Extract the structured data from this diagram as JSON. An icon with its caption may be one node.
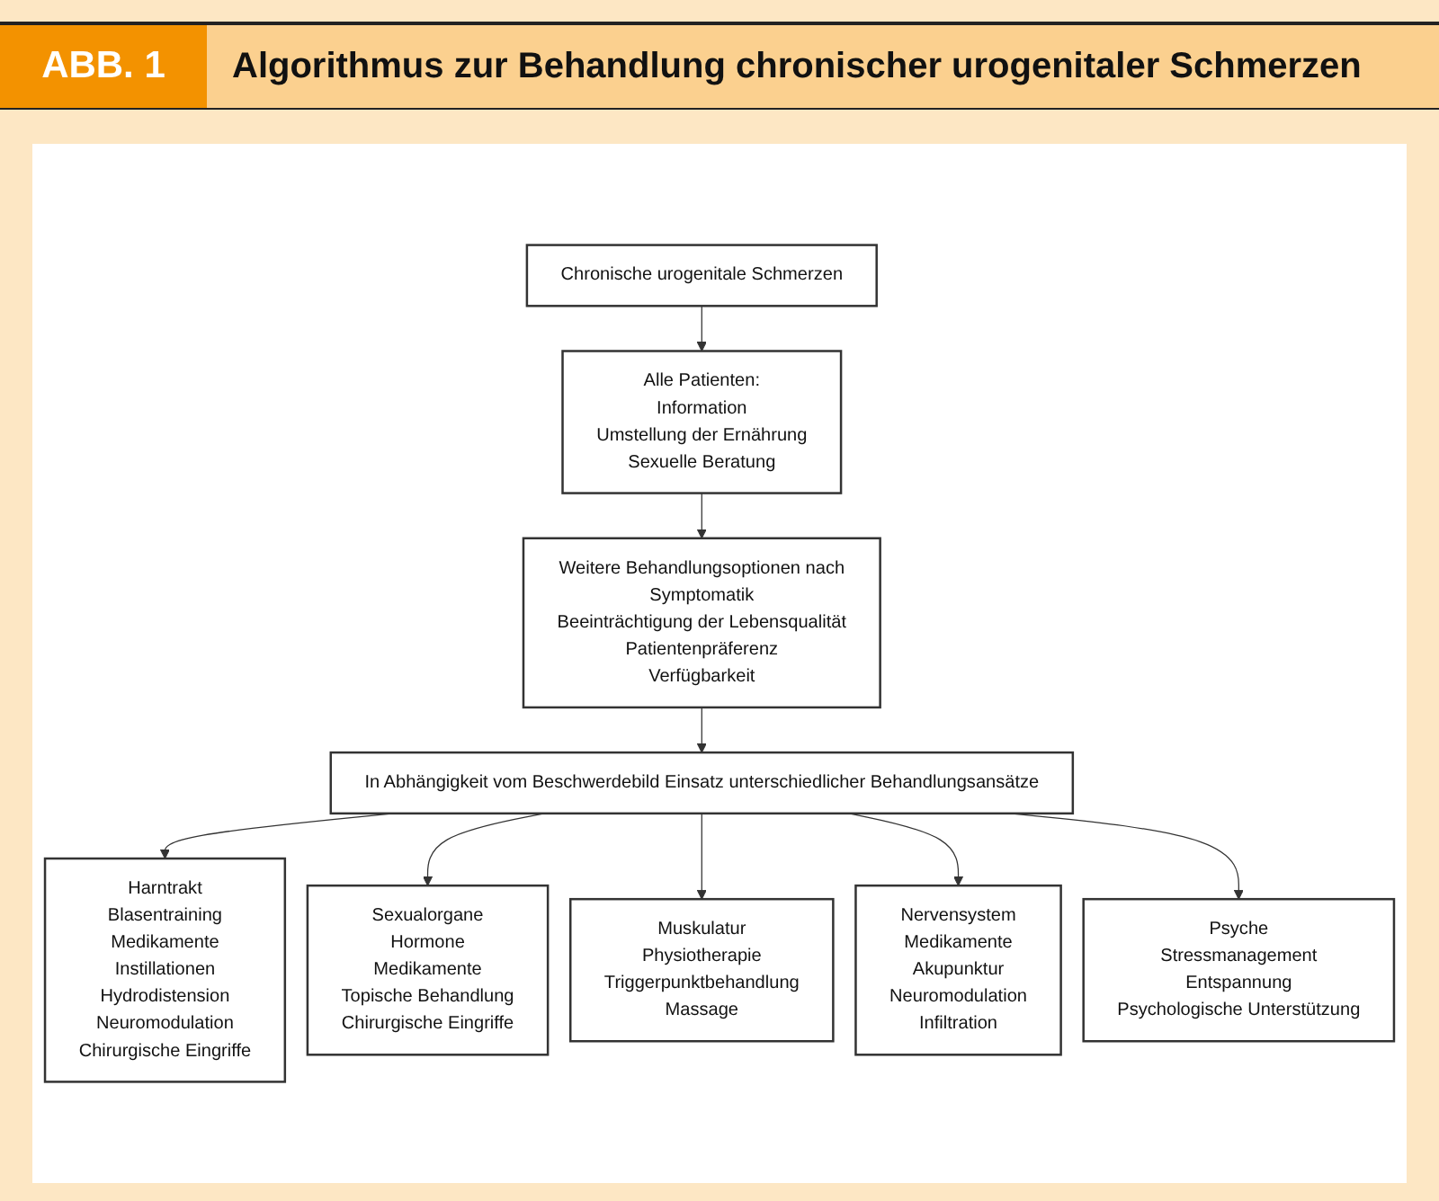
{
  "diagram": {
    "title": "Algorithmus zur Behandlung chronischer urogenitaler Schmerzen",
    "labels": [
      "ABB. 1"
    ],
    "nodes": [
      {
        "text": [
          "Chronische urogenitale Schmerzen"
        ]
      },
      {
        "text": [
          "Alle Patienten:",
          "Information",
          "Umstellung der Ernährung",
          "Sexuelle Beratung"
        ]
      },
      {
        "text": [
          "Weitere Behandlungsoptionen nach",
          "Symptomatik",
          "Beeinträchtigung der Lebensqualität",
          "Patientenpräferenz",
          "Verfügbarkeit"
        ]
      },
      {
        "text": [
          "In Abhängigkeit vom Beschwerdebild Einsatz unterschiedlicher Behandlungsansätze"
        ]
      },
      {
        "text": [
          "Harntrakt",
          "Blasentraining",
          "Medikamente",
          "Instillationen",
          "Hydrodistension",
          "Neuromodulation",
          "Chirurgische Eingriffe"
        ]
      },
      {
        "text": [
          "Sexualorgane",
          "Hormone",
          "Medikamente",
          "Topische Behandlung",
          "Chirurgische Eingriffe"
        ]
      },
      {
        "text": [
          "Muskulatur",
          "Physiotherapie",
          "Triggerpunktbehandlung",
          "Massage"
        ]
      },
      {
        "text": [
          "Nervensystem",
          "Medikamente",
          "Akupunktur",
          "Neuromodulation",
          "Infiltration"
        ]
      },
      {
        "text": [
          "Psyche",
          "Stressmanagement",
          "Entspannung",
          "Psychologische Unterstützung"
        ]
      }
    ],
    "edges": [
      {
        "from": 0,
        "to": 1,
        "arrow": "to"
      },
      {
        "from": 1,
        "to": 2,
        "arrow": "to"
      },
      {
        "from": 2,
        "to": 3,
        "arrow": "to"
      },
      {
        "from": 3,
        "to": 4,
        "arrow": "to"
      },
      {
        "from": 3,
        "to": 5,
        "arrow": "to"
      },
      {
        "from": 3,
        "to": 6,
        "arrow": "to"
      },
      {
        "from": 3,
        "to": 7,
        "arrow": "to"
      },
      {
        "from": 3,
        "to": 8,
        "arrow": "to"
      }
    ]
  }
}
